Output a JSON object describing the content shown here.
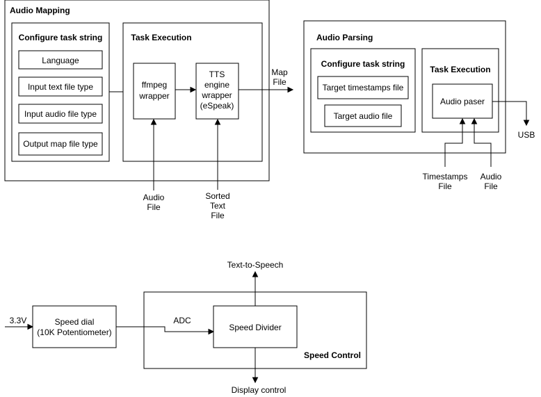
{
  "audio_mapping": {
    "title": "Audio Mapping",
    "configure": {
      "title": "Configure task string",
      "items": [
        "Language",
        "Input text file type",
        "Input audio file type",
        "Output map file type"
      ]
    },
    "execution": {
      "title": "Task Execution",
      "ffmpeg": [
        "ffmpeg",
        "wrapper"
      ],
      "tts": [
        "TTS",
        "engine",
        "wrapper",
        "(eSpeak)"
      ]
    },
    "map_file": [
      "Map",
      "File"
    ],
    "audio_file": [
      "Audio",
      "File"
    ],
    "sorted_text_file": [
      "Sorted",
      "Text",
      "File"
    ]
  },
  "audio_parsing": {
    "title": "Audio Parsing",
    "configure": {
      "title": "Configure task string",
      "items": [
        "Target timestamps file",
        "Target audio file"
      ]
    },
    "execution": {
      "title": "Task Execution",
      "paser": "Audio paser"
    },
    "usb": "USB",
    "timestamps_file": [
      "Timestamps",
      "File"
    ],
    "audio_file": [
      "Audio",
      "File"
    ]
  },
  "speed_control": {
    "title": "Speed Control",
    "input_voltage": "3.3V",
    "speed_dial": [
      "Speed dial",
      "(10K Potentiometer)"
    ],
    "adc": "ADC",
    "divider": "Speed Divider",
    "tts_out": "Text-to-Speech",
    "display_out": "Display control"
  }
}
